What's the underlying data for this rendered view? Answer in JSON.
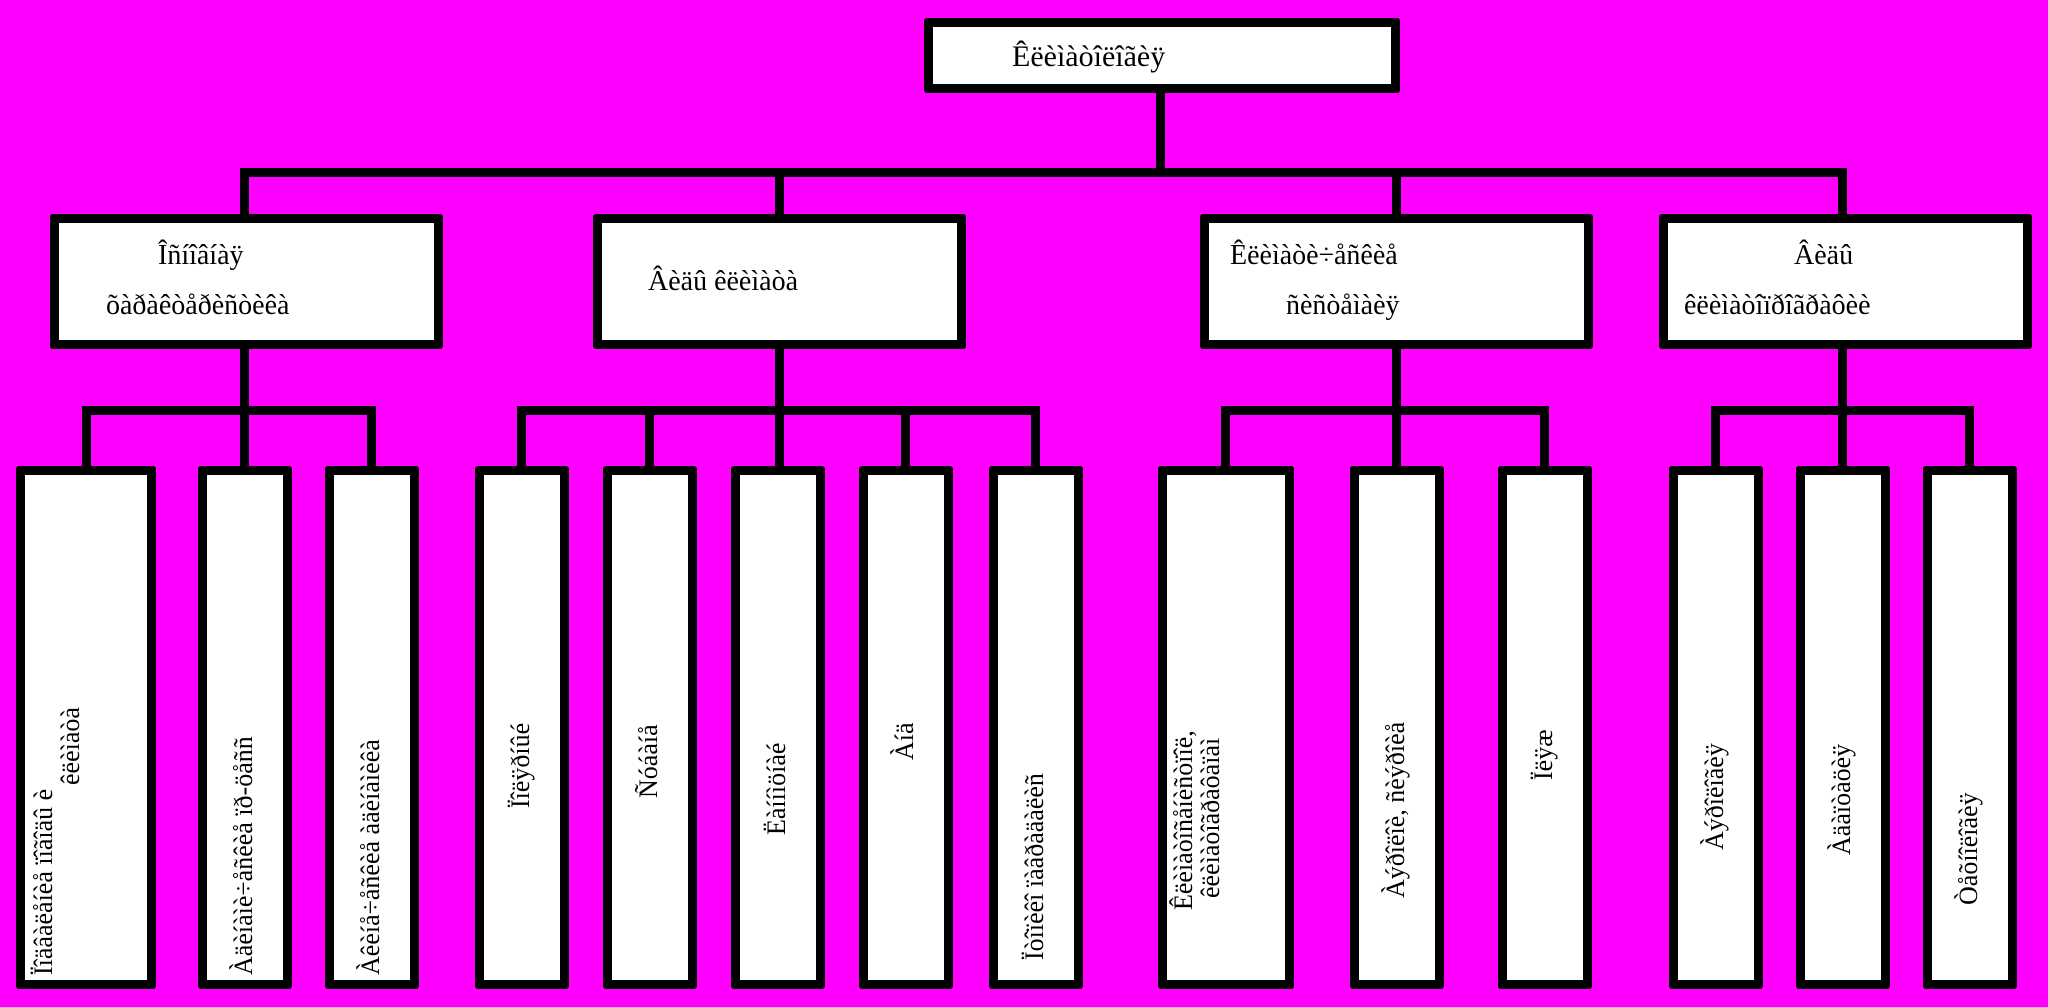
{
  "colors": {
    "background": "#ff00ff",
    "box_fill": "#ffffff",
    "stroke": "#000000"
  },
  "root": {
    "label": "Êëèìàòîëîãèÿ"
  },
  "groups": [
    {
      "label_lines": [
        "Îñíîâíàÿ",
        "õàðàêòåðèñòèêà"
      ],
      "children": [
        {
          "label_lines": [
            "Ïîäâàëåíèå ïîãîäû è",
            "êëèìàòà"
          ]
        },
        {
          "label_lines": [
            "Àäèíàìè÷åñêèå ïð-öåññ"
          ]
        },
        {
          "label_lines": [
            "Àêèíå÷åñêèå àäèíàìèêà"
          ]
        }
      ]
    },
    {
      "label_lines": [
        "Âèäû êëèìàòà"
      ],
      "children": [
        {
          "label_lines": [
            "Ïîëÿðíûé"
          ]
        },
        {
          "label_lines": [
            "Ñóáàíå"
          ]
        },
        {
          "label_lines": [
            "Ëàííìöíàé"
          ]
        },
        {
          "label_lines": [
            "Àíä"
          ]
        },
        {
          "label_lines": [
            "Ïòîïèêî ïàâðàäàëèñ"
          ]
        }
      ]
    },
    {
      "label_lines": [
        "Êëèìàòè÷åñêèå",
        "ñèñòåìàèÿ"
      ],
      "children": [
        {
          "label_lines": [
            "Êëèìàòîñåíèñòïîë,",
            "êëèìàòîãðàôàïàì"
          ]
        },
        {
          "label_lines": [
            "Àýðîëîè, ñèýðîèå"
          ]
        },
        {
          "label_lines": [
            "Ïëÿæ"
          ]
        }
      ]
    },
    {
      "label_lines": [
        "Âèäû",
        "êëèìàòîïðîãðàôèè"
      ],
      "children": [
        {
          "label_lines": [
            "Àýðîëîãèÿ"
          ]
        },
        {
          "label_lines": [
            "Àäàïòàöèÿ"
          ]
        },
        {
          "label_lines": [
            "Òåõíîëîãèÿ"
          ]
        }
      ]
    }
  ]
}
